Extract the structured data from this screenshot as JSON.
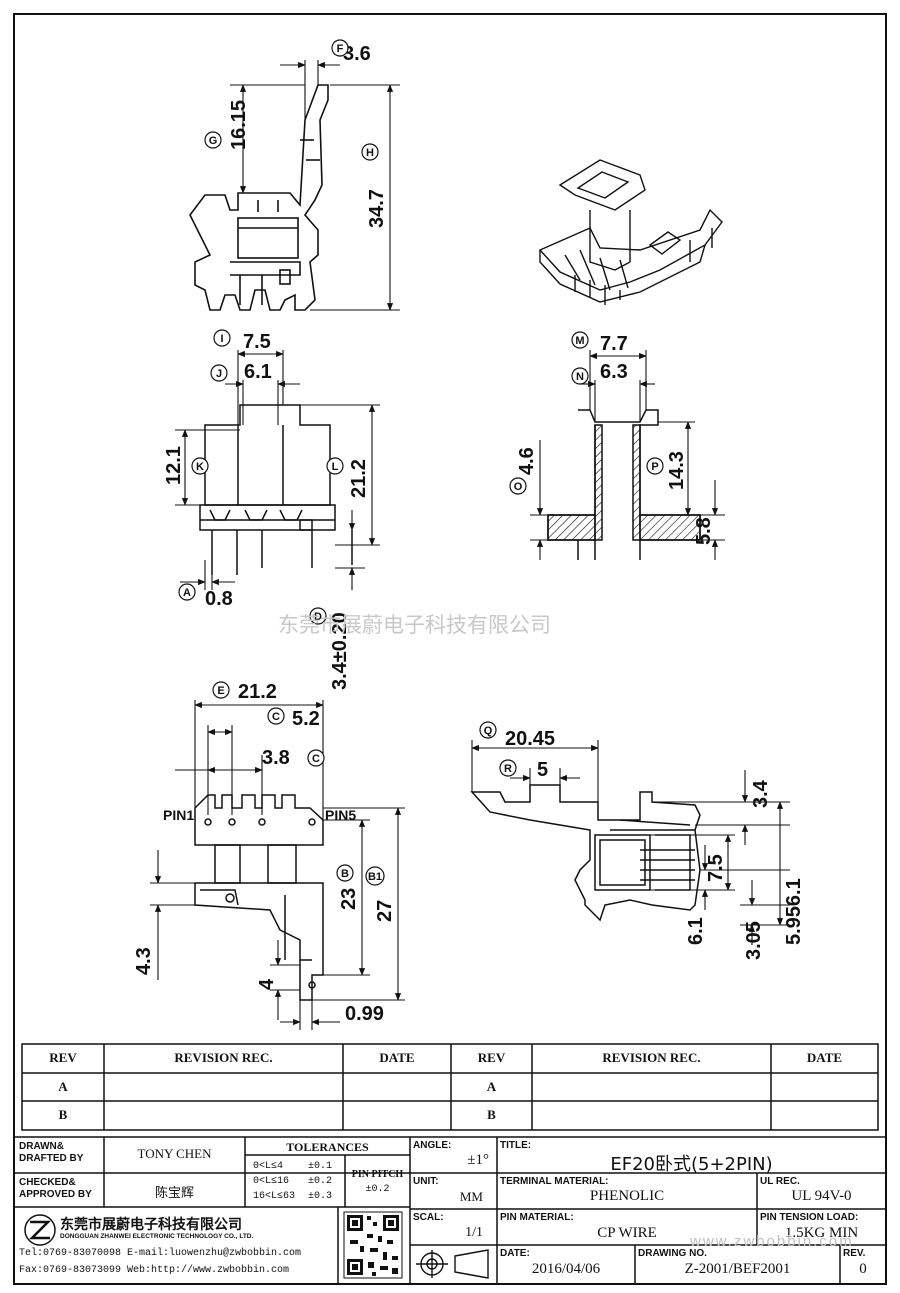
{
  "dimensions": {
    "F": "3.6",
    "G": "16.15",
    "H": "34.7",
    "I": "7.5",
    "J": "6.1",
    "K": "12.1",
    "L": "21.2",
    "A": "0.8",
    "D": "3.4±0.20",
    "M": "7.7",
    "N": "6.3",
    "O": "4.6",
    "P": "14.3",
    "P2": "5.8",
    "E": "21.2",
    "C": "5.2",
    "C2": "3.8",
    "B": "23",
    "B1": "27",
    "left_43": "4.3",
    "left_4": "4",
    "bottom_099": "0.99",
    "Q": "20.45",
    "R": "5",
    "r_34": "3.4",
    "r_75": "7.5",
    "r_61": "6.1",
    "r_305": "3.05",
    "r_5956": "5.956.1"
  },
  "balloons": {
    "F": "F",
    "G": "G",
    "H": "H",
    "I": "I",
    "J": "J",
    "K": "K",
    "L": "L",
    "A": "A",
    "D": "D",
    "M": "M",
    "N": "N",
    "O": "O",
    "P": "P",
    "E": "E",
    "C": "C",
    "C2": "C",
    "B": "B",
    "B1": "B1",
    "Q": "Q",
    "R": "R"
  },
  "pins": {
    "pin1": "PIN1",
    "pin5": "PIN5"
  },
  "watermark": "东莞市展蔚电子科技有限公司",
  "revision": {
    "headers": {
      "rev": "REV",
      "rec": "REVISION REC.",
      "date": "DATE"
    },
    "rows": [
      "A",
      "B"
    ]
  },
  "title_block": {
    "drawn_label": "DRAWN&\nDRAFTED BY",
    "drawn": "TONY CHEN",
    "checked_label": "CHECKED&\nAPPROVED BY",
    "checked": "陈宝辉",
    "tolerances_label": "TOLERANCES",
    "tol_rows": [
      {
        "range": "0<L≤4",
        "tol": "±0.1"
      },
      {
        "range": "0<L≤16",
        "tol": "±0.2"
      },
      {
        "range": "16<L≤63",
        "tol": "±0.3"
      }
    ],
    "pin_pitch_label": "PIN PITCH",
    "pin_pitch": "±0.2",
    "angle_label": "ANGLE:",
    "angle": "±1°",
    "unit_label": "UNIT:",
    "unit": "MM",
    "scale_label": "SCAL:",
    "scale": "1/1",
    "title_label": "TITLE:",
    "title": "EF20卧式(5+2PIN)",
    "terminal_label": "TERMINAL MATERIAL:",
    "terminal": "PHENOLIC",
    "ul_label": "UL REC.",
    "ul": "UL 94V-0",
    "pin_mat_label": "PIN MATERIAL:",
    "pin_mat": "CP WIRE",
    "tension_label": "PIN TENSION LOAD:",
    "tension": "1.5KG MIN",
    "date_label": "DATE:",
    "date": "2016/04/06",
    "drawing_label": "DRAWING NO.",
    "drawing": "Z-2001/BEF2001",
    "rev_label": "REV.",
    "rev": "0",
    "company_cn": "东莞市展蔚电子科技有限公司",
    "company_en": "DONGGUAN ZHANWEI ELECTRONIC TECHNOLOGY CO., LTD.",
    "tel": "Tel:0769-83070098 E-mail:luowenzhu@zwbobbin.com",
    "fax": "Fax:0769-83073099   Web:http://www.zwbobbin.com",
    "site_mark": "www.zwbobbin.com"
  },
  "colors": {
    "line": "#111111",
    "hatch": "#111111",
    "watermark": "#c8c8c8"
  }
}
